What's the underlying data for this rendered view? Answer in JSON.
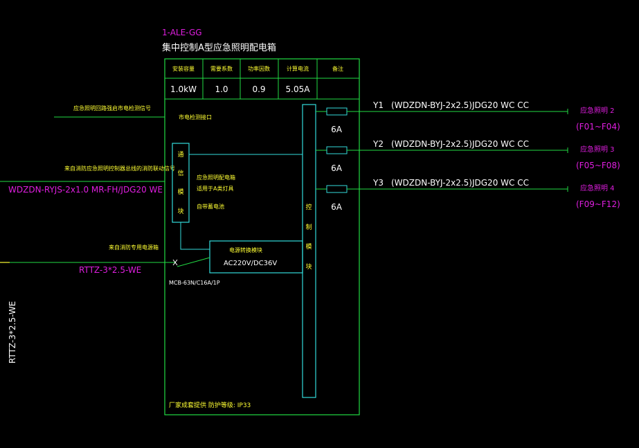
{
  "colors": {
    "background": "#000000",
    "box_line": "#22dd44",
    "circuit_line": "#22dd44",
    "module_line": "#33dddd",
    "magenta_text": "#e01ee0",
    "white_text": "#ffffff",
    "yellow_text": "#ffff33"
  },
  "panel": {
    "code": "1-ALE-GG",
    "title": "集中控制A型应急照明配电箱",
    "table_headers": [
      "安装容量",
      "需要系数",
      "功率因数",
      "计算电流",
      "备注"
    ],
    "table_values": [
      "1.0kW",
      "1.0",
      "0.9",
      "5.05A",
      ""
    ],
    "mains_detect_label": "市电检测接口",
    "comm_module_chars": [
      "通",
      "信",
      "模",
      "块"
    ],
    "comm_desc_lines": [
      "应急照明配电箱",
      "适用于A类灯具",
      "自带蓄电池"
    ],
    "control_module_chars": [
      "控",
      "制",
      "模",
      "块"
    ],
    "power_module_title": "电源转换模块",
    "power_module_spec": "AC220V/DC36V",
    "breaker_label": "MCB-63N/C16A/1P",
    "footer_note": "厂家成套提供  防护等级: IP33"
  },
  "inputs": {
    "monitor_signal_label": "应急照明回路强启市电检测信号",
    "fire_signal_label": "来自消防应急照明控制器总线的消防联动信号",
    "fire_cable_label": "WDZDN-RYJS-2x1.0  MR-FH/JDG20  WE",
    "power_source_label": "来自消防专用电源箱",
    "power_cable_label": "RTTZ-3*2.5-WE",
    "vertical_cable_label": "RTTZ-3*2.5-WE"
  },
  "circuits": [
    {
      "id": "Y1",
      "cable": "(WDZDN-BYJ-2x2.5)JDG20  WC  CC",
      "fuse": "6A",
      "name": "应急照明 2",
      "range": "(F01~F04)"
    },
    {
      "id": "Y2",
      "cable": "(WDZDN-BYJ-2x2.5)JDG20  WC  CC",
      "fuse": "6A",
      "name": "应急照明 3",
      "range": "(F05~F08)"
    },
    {
      "id": "Y3",
      "cable": "(WDZDN-BYJ-2x2.5)JDG20  WC  CC",
      "fuse": "6A",
      "name": "应急照明 4",
      "range": "(F09~F12)"
    }
  ]
}
